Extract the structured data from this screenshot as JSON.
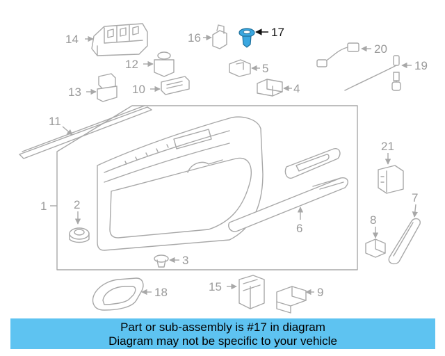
{
  "diagram": {
    "highlight_color": "#3aa7e0",
    "callouts": {
      "c1": "1",
      "c2": "2",
      "c3": "3",
      "c4": "4",
      "c5": "5",
      "c6": "6",
      "c7": "7",
      "c8": "8",
      "c9": "9",
      "c10": "10",
      "c11": "11",
      "c12": "12",
      "c13": "13",
      "c14": "14",
      "c15": "15",
      "c16": "16",
      "c17": "17",
      "c18": "18",
      "c19": "19",
      "c20": "20",
      "c21": "21"
    }
  },
  "banner": {
    "background": "#5ec3f1",
    "line1": "Part or sub-assembly is #17 in diagram",
    "line2": "Diagram may not be specific to your vehicle"
  }
}
